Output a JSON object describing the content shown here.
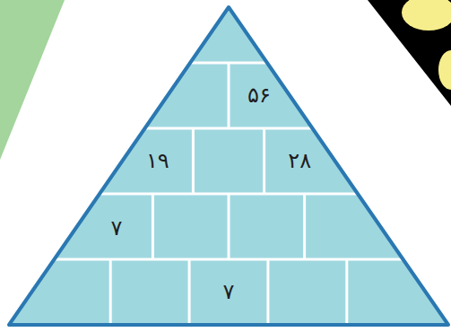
{
  "diagram": {
    "nodes": [
      {
        "text": [
          "۵۶"
        ]
      },
      {
        "text": [
          "۱۹"
        ]
      },
      {
        "text": [
          "۲۸"
        ]
      },
      {
        "text": [
          "۷"
        ]
      },
      {
        "text": [
          "۷"
        ]
      }
    ]
  }
}
